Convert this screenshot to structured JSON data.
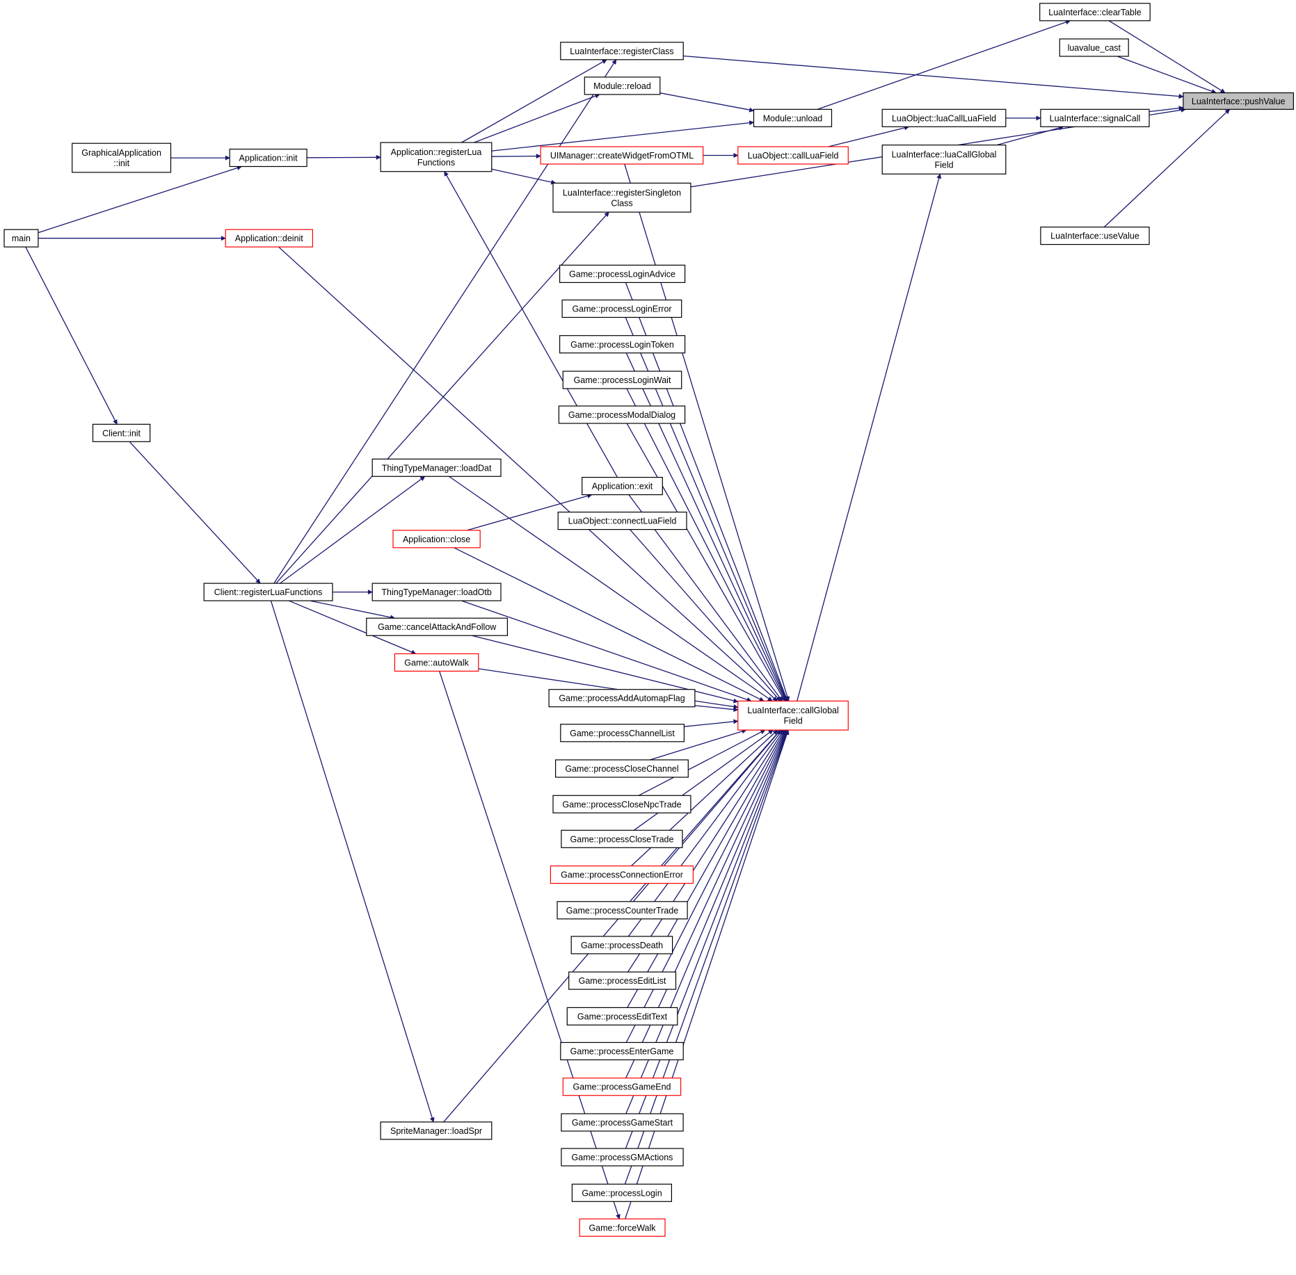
{
  "colors": {
    "edge": "#191970",
    "node_border": "#000000",
    "node_border_truncated": "#ff0000",
    "focus_fill": "#bfbfbf",
    "background": "#ffffff"
  },
  "nodes": [
    {
      "id": "pushValue",
      "lines": [
        "LuaInterface::pushValue"
      ],
      "focus": true,
      "truncated": false
    },
    {
      "id": "clearTable",
      "lines": [
        "LuaInterface::clearTable"
      ],
      "truncated": false
    },
    {
      "id": "luavalue_cast",
      "lines": [
        "luavalue_cast"
      ],
      "truncated": false
    },
    {
      "id": "signalCall",
      "lines": [
        "LuaInterface::signalCall"
      ],
      "truncated": false
    },
    {
      "id": "useValue",
      "lines": [
        "LuaInterface::useValue"
      ],
      "truncated": false
    },
    {
      "id": "luaCallLuaField",
      "lines": [
        "LuaObject::luaCallLuaField"
      ],
      "truncated": false
    },
    {
      "id": "luaCallGlobalField",
      "lines": [
        "LuaInterface::luaCallGlobal",
        "Field"
      ],
      "truncated": false
    },
    {
      "id": "registerClass",
      "lines": [
        "LuaInterface::registerClass"
      ],
      "truncated": false
    },
    {
      "id": "moduleReload",
      "lines": [
        "Module::reload"
      ],
      "truncated": false
    },
    {
      "id": "moduleUnload",
      "lines": [
        "Module::unload"
      ],
      "truncated": false
    },
    {
      "id": "appRegisterLua",
      "lines": [
        "Application::registerLua",
        "Functions"
      ],
      "truncated": false
    },
    {
      "id": "createWidget",
      "lines": [
        "UIManager::createWidgetFromOTML"
      ],
      "truncated": true
    },
    {
      "id": "callLuaField",
      "lines": [
        "LuaObject::callLuaField"
      ],
      "truncated": true
    },
    {
      "id": "registerSingleton",
      "lines": [
        "LuaInterface::registerSingleton",
        "Class"
      ],
      "truncated": false
    },
    {
      "id": "graphicalInit",
      "lines": [
        "GraphicalApplication",
        "::init"
      ],
      "truncated": false
    },
    {
      "id": "appInit",
      "lines": [
        "Application::init"
      ],
      "truncated": false
    },
    {
      "id": "main",
      "lines": [
        "main"
      ],
      "truncated": false
    },
    {
      "id": "appDeinit",
      "lines": [
        "Application::deinit"
      ],
      "truncated": true
    },
    {
      "id": "loginAdvice",
      "lines": [
        "Game::processLoginAdvice"
      ],
      "truncated": false
    },
    {
      "id": "loginError",
      "lines": [
        "Game::processLoginError"
      ],
      "truncated": false
    },
    {
      "id": "loginToken",
      "lines": [
        "Game::processLoginToken"
      ],
      "truncated": false
    },
    {
      "id": "loginWait",
      "lines": [
        "Game::processLoginWait"
      ],
      "truncated": false
    },
    {
      "id": "modalDialog",
      "lines": [
        "Game::processModalDialog"
      ],
      "truncated": false
    },
    {
      "id": "loadDat",
      "lines": [
        "ThingTypeManager::loadDat"
      ],
      "truncated": false
    },
    {
      "id": "appExit",
      "lines": [
        "Application::exit"
      ],
      "truncated": false
    },
    {
      "id": "clientInit",
      "lines": [
        "Client::init"
      ],
      "truncated": false
    },
    {
      "id": "appClose",
      "lines": [
        "Application::close"
      ],
      "truncated": true
    },
    {
      "id": "connectLuaField",
      "lines": [
        "LuaObject::connectLuaField"
      ],
      "truncated": false
    },
    {
      "id": "clientRegister",
      "lines": [
        "Client::registerLuaFunctions"
      ],
      "truncated": false
    },
    {
      "id": "loadOtb",
      "lines": [
        "ThingTypeManager::loadOtb"
      ],
      "truncated": false
    },
    {
      "id": "cancelAttack",
      "lines": [
        "Game::cancelAttackAndFollow"
      ],
      "truncated": false
    },
    {
      "id": "autoWalk",
      "lines": [
        "Game::autoWalk"
      ],
      "truncated": true
    },
    {
      "id": "callGlobalField",
      "lines": [
        "LuaInterface::callGlobal",
        "Field"
      ],
      "truncated": true
    },
    {
      "id": "addAutomap",
      "lines": [
        "Game::processAddAutomapFlag"
      ],
      "truncated": false
    },
    {
      "id": "channelList",
      "lines": [
        "Game::processChannelList"
      ],
      "truncated": false
    },
    {
      "id": "closeChannel",
      "lines": [
        "Game::processCloseChannel"
      ],
      "truncated": false
    },
    {
      "id": "closeNpcTrade",
      "lines": [
        "Game::processCloseNpcTrade"
      ],
      "truncated": false
    },
    {
      "id": "closeTrade",
      "lines": [
        "Game::processCloseTrade"
      ],
      "truncated": false
    },
    {
      "id": "connectionError",
      "lines": [
        "Game::processConnectionError"
      ],
      "truncated": true
    },
    {
      "id": "counterTrade",
      "lines": [
        "Game::processCounterTrade"
      ],
      "truncated": false
    },
    {
      "id": "death",
      "lines": [
        "Game::processDeath"
      ],
      "truncated": false
    },
    {
      "id": "editList",
      "lines": [
        "Game::processEditList"
      ],
      "truncated": false
    },
    {
      "id": "editText",
      "lines": [
        "Game::processEditText"
      ],
      "truncated": false
    },
    {
      "id": "enterGame",
      "lines": [
        "Game::processEnterGame"
      ],
      "truncated": false
    },
    {
      "id": "gameEnd",
      "lines": [
        "Game::processGameEnd"
      ],
      "truncated": true
    },
    {
      "id": "gameStart",
      "lines": [
        "Game::processGameStart"
      ],
      "truncated": false
    },
    {
      "id": "gmActions",
      "lines": [
        "Game::processGMActions"
      ],
      "truncated": false
    },
    {
      "id": "processLogin",
      "lines": [
        "Game::processLogin"
      ],
      "truncated": false
    },
    {
      "id": "loadSpr",
      "lines": [
        "SpriteManager::loadSpr"
      ],
      "truncated": false
    },
    {
      "id": "forceWalk",
      "lines": [
        "Game::forceWalk"
      ],
      "truncated": true
    }
  ],
  "edges": [
    [
      "clearTable",
      "pushValue"
    ],
    [
      "luavalue_cast",
      "pushValue"
    ],
    [
      "signalCall",
      "pushValue"
    ],
    [
      "useValue",
      "pushValue"
    ],
    [
      "registerClass",
      "pushValue"
    ],
    [
      "registerSingleton",
      "pushValue"
    ],
    [
      "luaCallLuaField",
      "signalCall"
    ],
    [
      "luaCallGlobalField",
      "signalCall"
    ],
    [
      "moduleUnload",
      "clearTable"
    ],
    [
      "callLuaField",
      "luaCallLuaField"
    ],
    [
      "callGlobalField",
      "luaCallGlobalField"
    ],
    [
      "moduleReload",
      "moduleUnload"
    ],
    [
      "appRegisterLua",
      "moduleUnload"
    ],
    [
      "appRegisterLua",
      "registerClass"
    ],
    [
      "appRegisterLua",
      "moduleReload"
    ],
    [
      "appRegisterLua",
      "createWidget"
    ],
    [
      "appRegisterLua",
      "registerSingleton"
    ],
    [
      "createWidget",
      "callLuaField"
    ],
    [
      "appInit",
      "appRegisterLua"
    ],
    [
      "graphicalInit",
      "appInit"
    ],
    [
      "main",
      "appInit"
    ],
    [
      "main",
      "appDeinit"
    ],
    [
      "main",
      "clientInit"
    ],
    [
      "clientInit",
      "clientRegister"
    ],
    [
      "clientRegister",
      "registerClass"
    ],
    [
      "clientRegister",
      "registerSingleton"
    ],
    [
      "clientRegister",
      "loadDat"
    ],
    [
      "clientRegister",
      "loadOtb"
    ],
    [
      "clientRegister",
      "cancelAttack"
    ],
    [
      "clientRegister",
      "autoWalk"
    ],
    [
      "clientRegister",
      "loadSpr"
    ],
    [
      "appExit",
      "appRegisterLua"
    ],
    [
      "appClose",
      "appExit"
    ],
    [
      "autoWalk",
      "forceWalk"
    ],
    [
      "appDeinit",
      "callGlobalField"
    ],
    [
      "createWidget",
      "callGlobalField"
    ],
    [
      "loginAdvice",
      "callGlobalField"
    ],
    [
      "loginError",
      "callGlobalField"
    ],
    [
      "loginToken",
      "callGlobalField"
    ],
    [
      "loginWait",
      "callGlobalField"
    ],
    [
      "modalDialog",
      "callGlobalField"
    ],
    [
      "loadDat",
      "callGlobalField"
    ],
    [
      "appExit",
      "callGlobalField"
    ],
    [
      "connectLuaField",
      "callGlobalField"
    ],
    [
      "appClose",
      "callGlobalField"
    ],
    [
      "loadOtb",
      "callGlobalField"
    ],
    [
      "cancelAttack",
      "callGlobalField"
    ],
    [
      "autoWalk",
      "callGlobalField"
    ],
    [
      "addAutomap",
      "callGlobalField"
    ],
    [
      "channelList",
      "callGlobalField"
    ],
    [
      "closeChannel",
      "callGlobalField"
    ],
    [
      "closeNpcTrade",
      "callGlobalField"
    ],
    [
      "closeTrade",
      "callGlobalField"
    ],
    [
      "connectionError",
      "callGlobalField"
    ],
    [
      "counterTrade",
      "callGlobalField"
    ],
    [
      "death",
      "callGlobalField"
    ],
    [
      "editList",
      "callGlobalField"
    ],
    [
      "editText",
      "callGlobalField"
    ],
    [
      "enterGame",
      "callGlobalField"
    ],
    [
      "gameEnd",
      "callGlobalField"
    ],
    [
      "gameStart",
      "callGlobalField"
    ],
    [
      "gmActions",
      "callGlobalField"
    ],
    [
      "processLogin",
      "callGlobalField"
    ],
    [
      "forceWalk",
      "callGlobalField"
    ],
    [
      "loadSpr",
      "callGlobalField"
    ]
  ]
}
